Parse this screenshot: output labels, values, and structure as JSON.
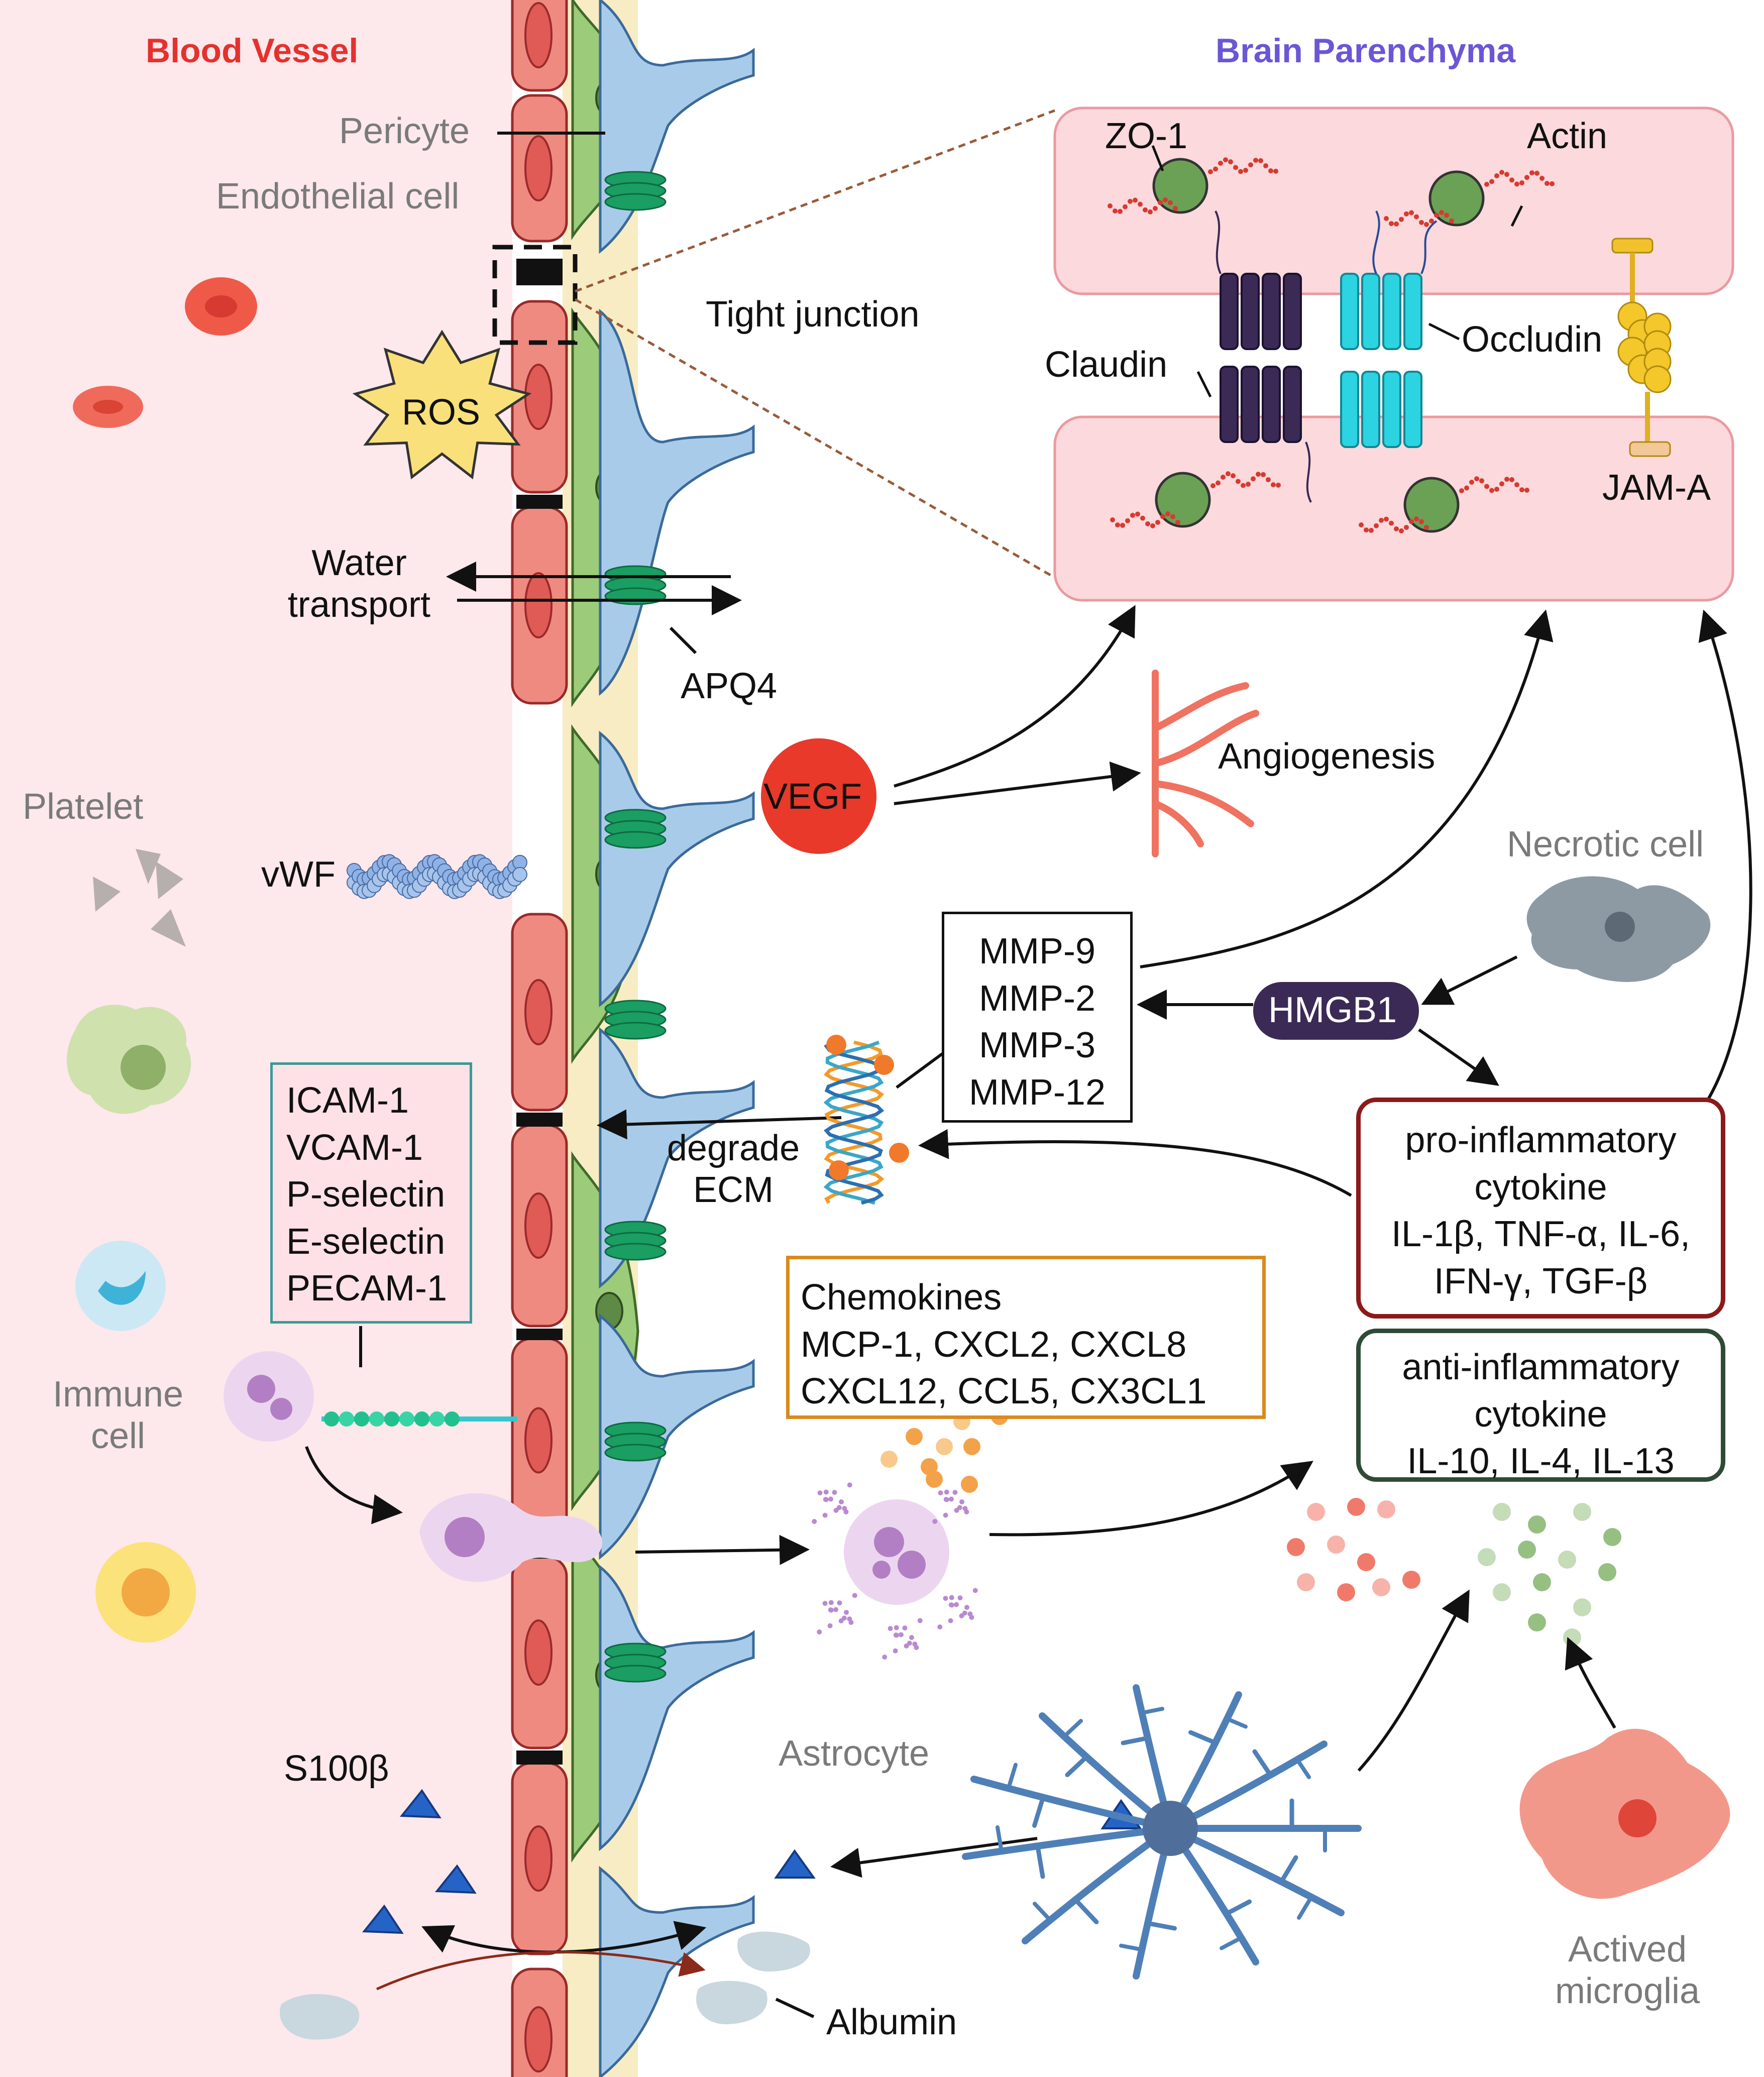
{
  "titles": {
    "blood_vessel": "Blood Vessel",
    "brain_parenchyma": "Brain Parenchyma"
  },
  "labels": {
    "pericyte": "Pericyte",
    "endothelial_cell": "Endothelial cell",
    "tight_junction": "Tight junction",
    "ros": "ROS",
    "water_transport": [
      "Water",
      "transport"
    ],
    "apq4": "APQ4",
    "platelet": "Platelet",
    "vwf": "vWF",
    "immune_cell": [
      "Immune",
      "cell"
    ],
    "s100b": "S100β",
    "astrocyte": "Astrocyte",
    "albumin": "Albumin",
    "vegf": "VEGF",
    "angiogenesis": "Angiogenesis",
    "necrotic_cell": "Necrotic cell",
    "hmgb1": "HMGB1",
    "degrade_ecm": [
      "degrade",
      "ECM"
    ],
    "activated_microglia": [
      "Actived",
      "microglia"
    ]
  },
  "tight_junction_detail": {
    "zo1": "ZO-1",
    "actin": "Actin",
    "claudin": "Claudin",
    "occludin": "Occludin",
    "jam_a": "JAM-A"
  },
  "adhesion_molecules": [
    "ICAM-1",
    "VCAM-1",
    "P-selectin",
    "E-selectin",
    "PECAM-1"
  ],
  "mmps": [
    "MMP-9",
    "MMP-2",
    "MMP-3",
    "MMP-12"
  ],
  "chemokines": [
    "Chemokines",
    "MCP-1, CXCL2, CXCL8",
    "CXCL12, CCL5, CX3CL1"
  ],
  "pro_inflammatory": [
    "pro-inflammatory",
    "cytokine",
    "IL-1β, TNF-α, IL-6,",
    "IFN-γ, TGF-β"
  ],
  "anti_inflammatory": [
    "anti-inflammatory",
    "cytokine",
    "IL-10, IL-4, IL-13"
  ],
  "colors": {
    "blood_title": "#e5312d",
    "parenchyma_title": "#6b56d6",
    "vessel_bg": "#fde8eb",
    "endothelial": "#ef8a80",
    "pericyte": "#9ccb7a",
    "astrocyte_foot": "#a9cbea",
    "basement": "#f7ecc3",
    "adhesion_border": "#3a9a94",
    "chemokine_border": "#d98a1e",
    "pro_border": "#8b1a1a",
    "anti_border": "#2f4a36",
    "vegf": "#e8392b",
    "hmgb1": "#3b2a55"
  }
}
